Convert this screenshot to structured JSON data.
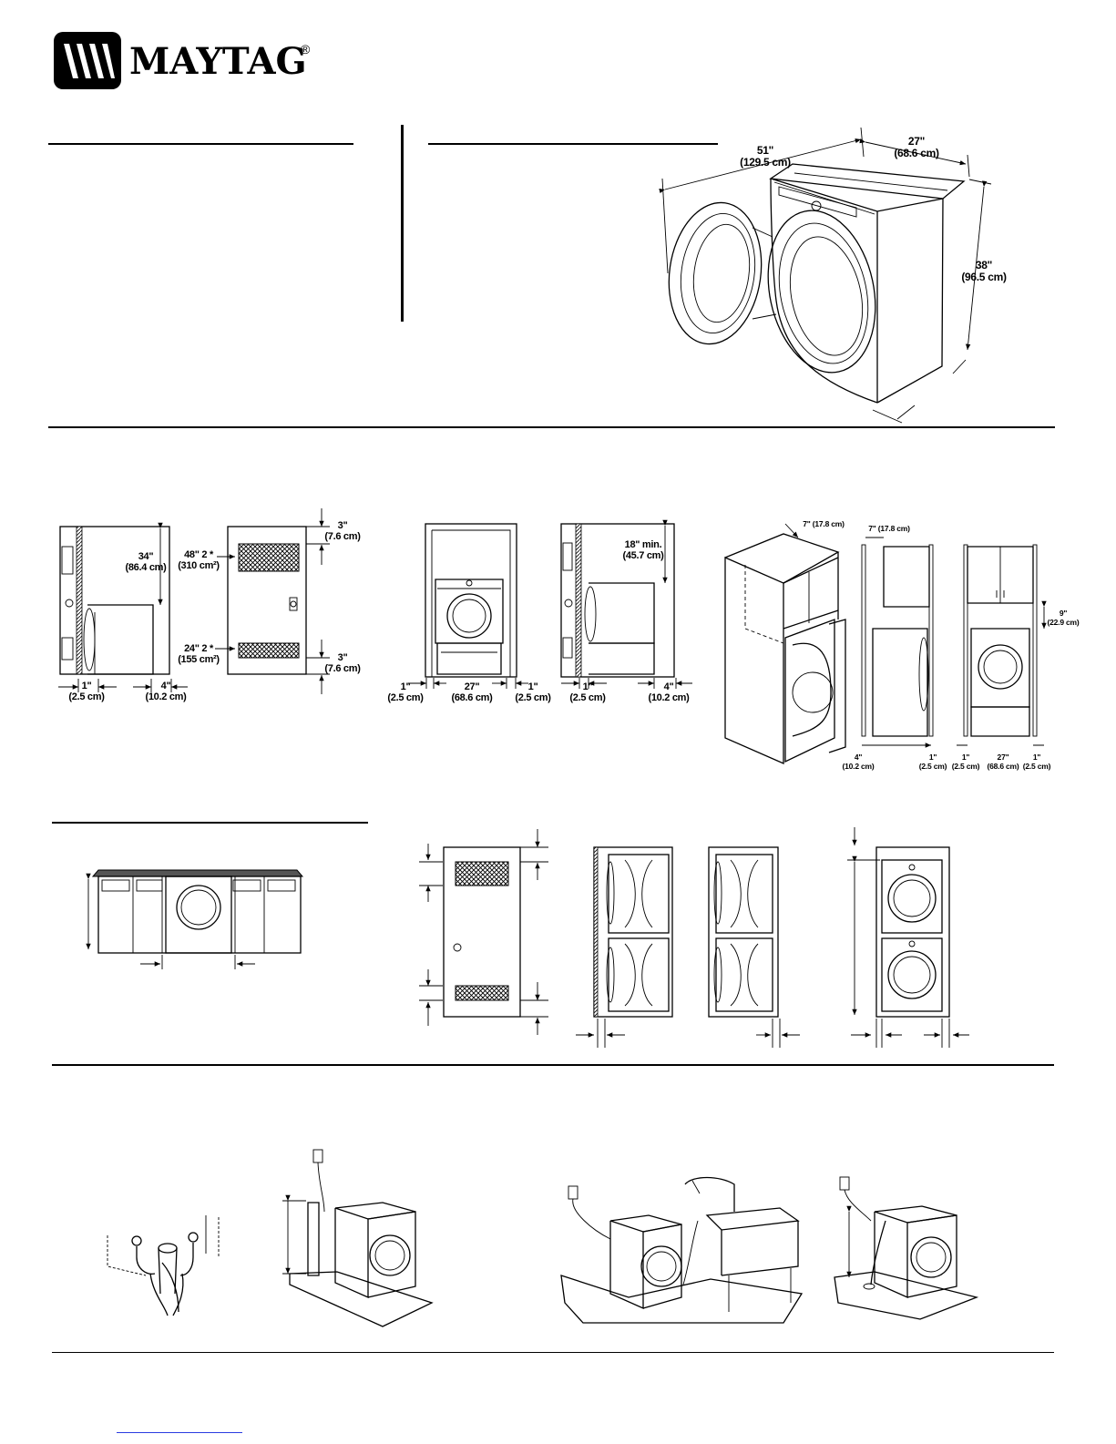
{
  "brand": {
    "name": "MAYTAG",
    "registered": "®"
  },
  "product_dimensions": {
    "depth_door_open": "51\"",
    "depth_door_open_metric": "(129.5 cm)",
    "width": "27\"",
    "width_metric": "(68.6 cm)",
    "height": "38\"",
    "height_metric": "(96.5 cm)"
  },
  "closet_installation": {
    "side_clearance_top": "34\"",
    "side_clearance_top_metric": "(86.4 cm)",
    "side_left": "1\"",
    "side_left_metric": "(2.5 cm)",
    "side_rear": "4\"",
    "side_rear_metric": "(10.2 cm)",
    "vent_top": "48\" 2 *",
    "vent_top_metric": "(310 cm²)",
    "vent_bottom": "24\" 2 *",
    "vent_bottom_metric": "(155 cm²)",
    "door_gap_top": "3\"",
    "door_gap_top_metric": "(7.6 cm)",
    "door_gap_bottom": "3\"",
    "door_gap_bottom_metric": "(7.6 cm)"
  },
  "pedestal_installation": {
    "left": "1\"",
    "left_metric": "(2.5 cm)",
    "width": "27\"",
    "width_metric": "(68.6 cm)",
    "right": "1\"",
    "right_metric": "(2.5 cm)",
    "side_top": "18\" min.",
    "side_top_metric": "(45.7 cm)",
    "side_left": "1\"",
    "side_left_metric": "(2.5 cm)",
    "side_rear": "4\"",
    "side_rear_metric": "(10.2 cm)"
  },
  "cabinet_installation": {
    "cabinet_depth": "7\" (17.8 cm)",
    "side_cabinet_depth": "7\" (17.8 cm)",
    "above_clearance": "9\"",
    "above_clearance_metric": "(22.9 cm)",
    "side_rear": "4\"",
    "side_rear_metric": "(10.2 cm)",
    "side_front": "1\"",
    "side_front_metric": "(2.5 cm)",
    "front_left": "1\"",
    "front_left_metric": "(2.5 cm)",
    "front_width": "27\"",
    "front_width_metric": "(68.6 cm)",
    "front_right": "1\"",
    "front_right_metric": "(2.5 cm)"
  },
  "footer": {
    "link_text": ""
  }
}
